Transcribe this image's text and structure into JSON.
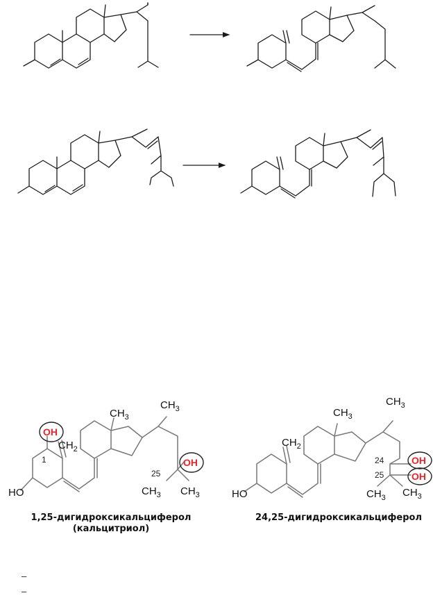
{
  "labels": {
    "oh": "OH",
    "ho": "HO",
    "ch2": "CH",
    "ch3": "CH",
    "sub2": "2",
    "sub3": "3",
    "c1": "1",
    "c24": "24",
    "c25": "25"
  },
  "captions": {
    "calcitriol_name": "1,25-дигидроксикальциферол",
    "calcitriol_alias": "(кальцитриол)",
    "dihydroxy24_name": "24,25-дигидроксикальциферол"
  },
  "list_markers": [
    "–",
    "–"
  ],
  "colors": {
    "bond_dark": "#1a1a1a",
    "bond_gray": "#777777",
    "hydroxyl_red": "#e8262b"
  }
}
